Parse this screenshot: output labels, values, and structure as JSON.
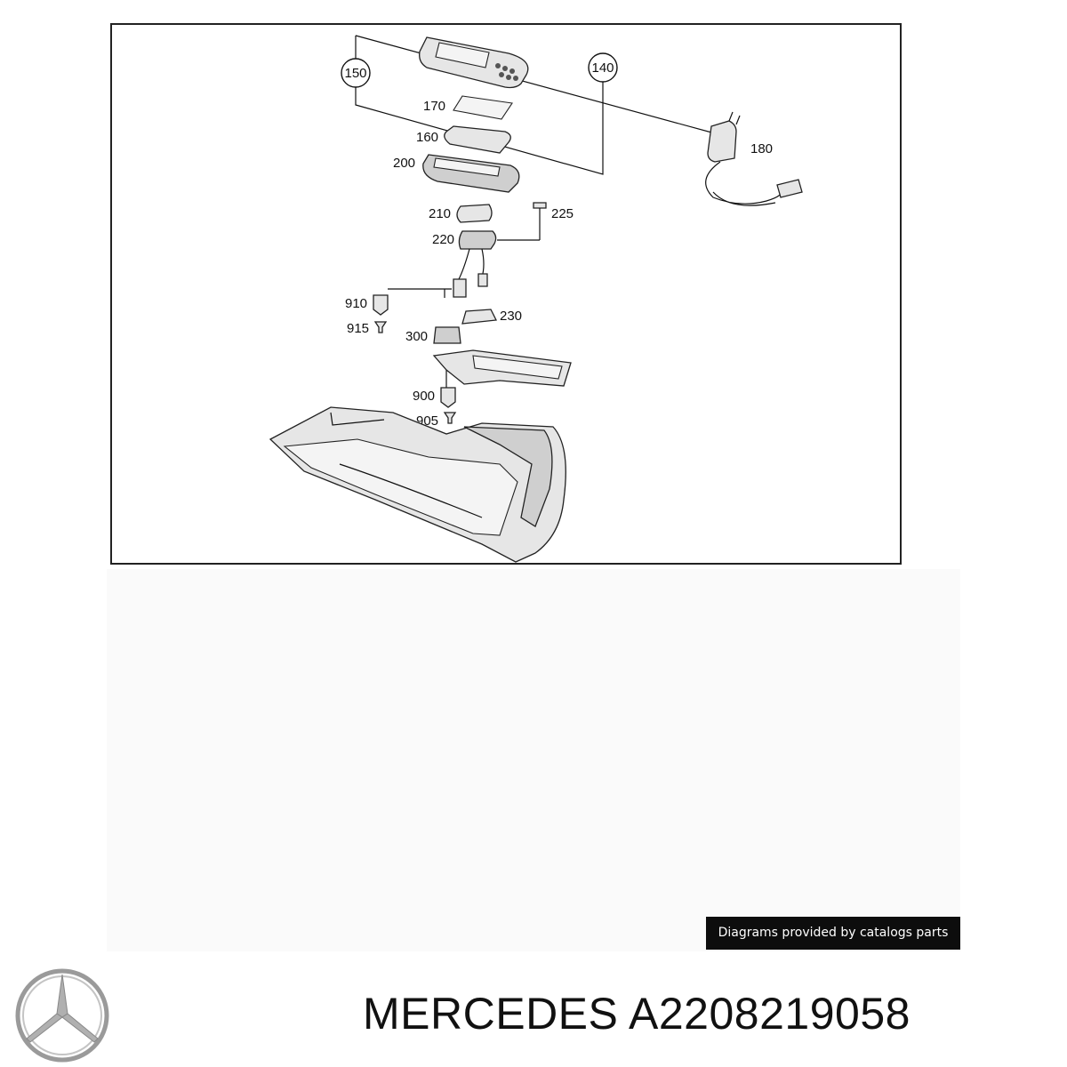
{
  "diagram": {
    "callouts": {
      "c150": "150",
      "c140": "140",
      "c170": "170",
      "c160": "160",
      "c200": "200",
      "c180": "180",
      "c210": "210",
      "c225": "225",
      "c220": "220",
      "c910": "910",
      "c915": "915",
      "c230": "230",
      "c300": "300",
      "c900": "900",
      "c905": "905"
    }
  },
  "credit": {
    "text": "Diagrams provided by catalogs parts"
  },
  "footer": {
    "brand": "MERCEDES",
    "part_number": "A2208219058",
    "logo_icon": "mercedes-star-icon"
  },
  "colors": {
    "line": "#111111",
    "credit_bg": "#0d0d0d",
    "credit_text": "#ffffff",
    "logo": "#9a9a9a"
  }
}
